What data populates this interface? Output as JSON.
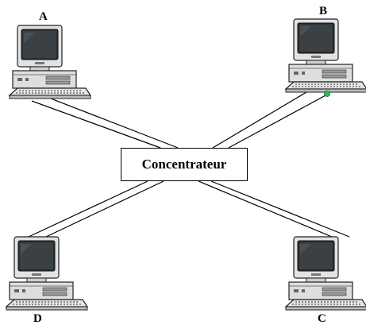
{
  "diagram": {
    "hub": {
      "label": "Concentrateur"
    },
    "nodes": [
      {
        "id": "A",
        "label": "A",
        "icon": "desktop-computer-icon"
      },
      {
        "id": "B",
        "label": "B",
        "icon": "desktop-computer-icon",
        "status_light": "#27c24c"
      },
      {
        "id": "C",
        "label": "C",
        "icon": "desktop-computer-icon"
      },
      {
        "id": "D",
        "label": "D",
        "icon": "desktop-computer-icon"
      }
    ],
    "links": [
      {
        "from": "A",
        "to": "hub"
      },
      {
        "from": "B",
        "to": "hub"
      },
      {
        "from": "C",
        "to": "hub"
      },
      {
        "from": "D",
        "to": "hub"
      }
    ],
    "colors": {
      "line": "#000000",
      "screen": "#2a2f31",
      "case": "#d9d9d9"
    }
  }
}
